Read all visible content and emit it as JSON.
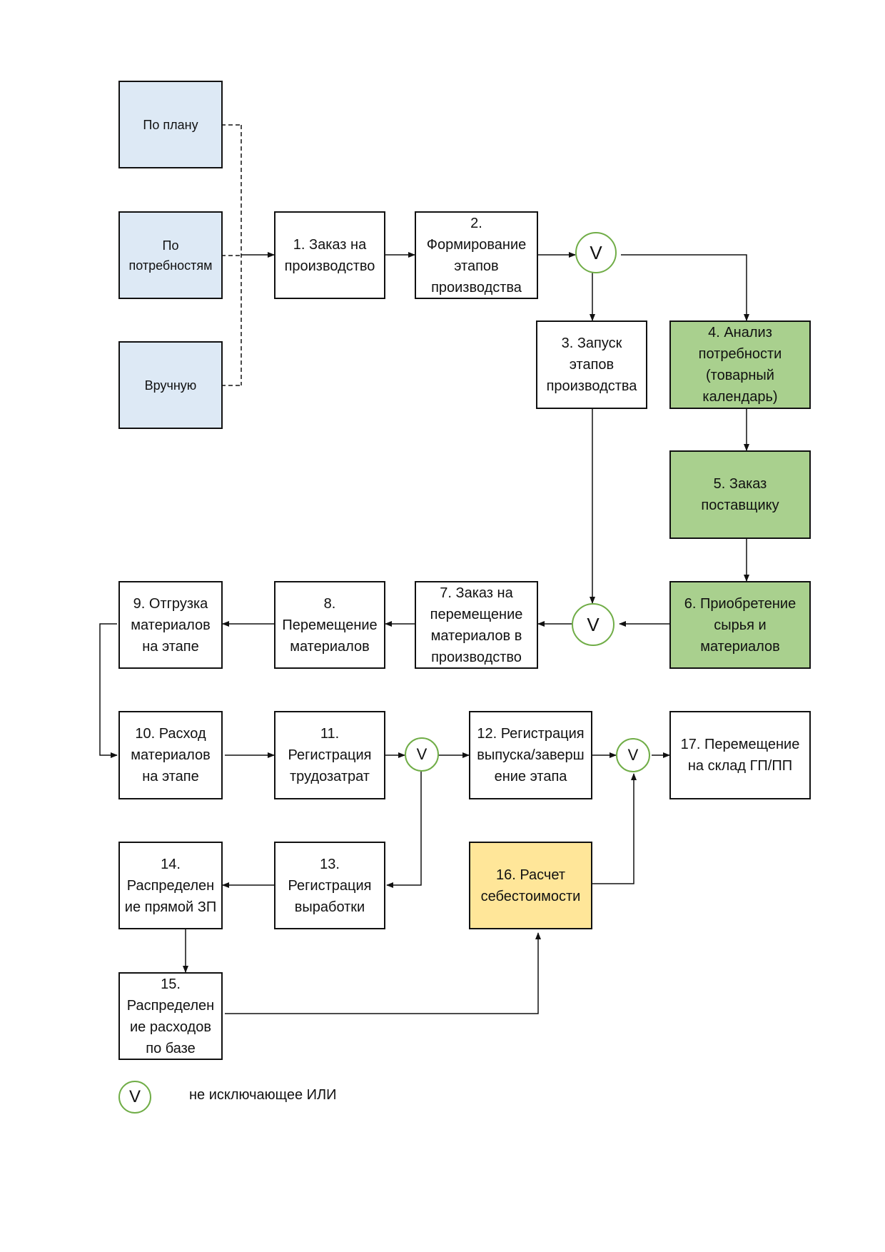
{
  "colors": {
    "source_fill": "#dde9f5",
    "supply_fill": "#a9d08e",
    "cost_fill": "#ffe699",
    "or_gate_stroke": "#70ad47",
    "line": "#111111"
  },
  "sources": {
    "plan": "По плану",
    "needs": "По\nпотребностям",
    "manual": "Вручную"
  },
  "steps": {
    "s1": "1. Заказ на\nпроизводство",
    "s2": "2.\nФормирование\nэтапов\nпроизводства",
    "s3": "3. Запуск\nэтапов\nпроизводства",
    "s4": "4. Анализ\nпотребности\n(товарный\nкалендарь)",
    "s5": "5. Заказ\nпоставщику",
    "s6": "6. Приобретение\nсырья и\nматериалов",
    "s7": "7. Заказ на\nперемещение\nматериалов в\nпроизводство",
    "s8": "8.\nПеремещение\nматериалов",
    "s9": "9. Отгрузка\nматериалов\nна этапе",
    "s10": "10. Расход\nматериалов\nна этапе",
    "s11": "11.\nРегистрация\nтрудозатрат",
    "s12": "12. Регистрация\nвыпуска/заверш\nение этапа",
    "s13": "13.\nРегистрация\nвыработки",
    "s14": "14.\nРаспределен\nие прямой ЗП",
    "s15": "15.\nРаспределен\nие расходов\nпо базе",
    "s16": "16. Расчет\nсебестоимости",
    "s17": "17. Перемещение\nна склад ГП/ПП"
  },
  "gate_symbol": "V",
  "legend": {
    "symbol": "V",
    "text": "не исключающее ИЛИ"
  }
}
